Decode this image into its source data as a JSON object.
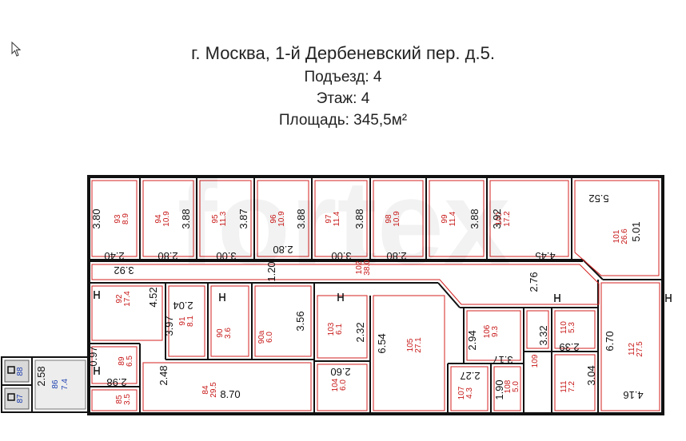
{
  "header": {
    "address": "г. Москва, 1-й Дербеневский пер. д.5.",
    "entrance": "Подъезд: 4",
    "floor": "Этаж: 4",
    "area": "Площадь: 345,5м²"
  },
  "watermark": "fortex",
  "colors": {
    "wall": "#111111",
    "room_border": "#d42020",
    "room_label": "#c81818",
    "dimension": "#111111",
    "stair_fill": "#d9d9d9",
    "stair_label": "#1d3fb0"
  },
  "rooms": [
    {
      "num": "93",
      "area": "8.9"
    },
    {
      "num": "94",
      "area": "10.9"
    },
    {
      "num": "95",
      "area": "11.3"
    },
    {
      "num": "96",
      "area": "10.9"
    },
    {
      "num": "97",
      "area": "11.4"
    },
    {
      "num": "98",
      "area": "10.9"
    },
    {
      "num": "99",
      "area": "11.4"
    },
    {
      "num": "100",
      "area": "17.2"
    },
    {
      "num": "101",
      "area": "26.6"
    },
    {
      "num": "102",
      "area": "38.0"
    },
    {
      "num": "92",
      "area": "17.4"
    },
    {
      "num": "91",
      "area": "8.1"
    },
    {
      "num": "90",
      "area": "3.6"
    },
    {
      "num": "90a",
      "area": "6.0"
    },
    {
      "num": "103",
      "area": "6.1"
    },
    {
      "num": "104",
      "area": "6.0"
    },
    {
      "num": "105",
      "area": "27.1"
    },
    {
      "num": "106",
      "area": "9.3"
    },
    {
      "num": "107",
      "area": "4.3"
    },
    {
      "num": "108",
      "area": "5.0"
    },
    {
      "num": "109",
      "area": ""
    },
    {
      "num": "110",
      "area": "5.3"
    },
    {
      "num": "111",
      "area": "7.2"
    },
    {
      "num": "112",
      "area": "27.5"
    },
    {
      "num": "89",
      "area": "6.5"
    },
    {
      "num": "85",
      "area": "3.5"
    },
    {
      "num": "84",
      "area": "29.5"
    },
    {
      "num": "86",
      "area": "7.4"
    },
    {
      "num": "88",
      "area": ""
    },
    {
      "num": "87",
      "area": ""
    }
  ],
  "dimensions": [
    "3.80",
    "3.88",
    "3.87",
    "3.88",
    "3.88",
    "3.88",
    "3.92",
    "5.52",
    "5.01",
    "2.40",
    "2.80",
    "3.00",
    "2.80",
    "3.00",
    "2.80",
    "4.45",
    "3.92",
    "1.20",
    "2.76",
    "4.52",
    "2.04",
    "3.97",
    "3.56",
    "2.32",
    "6.54",
    "2.94",
    "3.17",
    "3.32",
    "2.39",
    "6.70",
    "0.97",
    "2.58",
    "2.98",
    "2.48",
    "8.70",
    "2.60",
    "2.27",
    "1.90",
    "3.04",
    "4.16"
  ]
}
